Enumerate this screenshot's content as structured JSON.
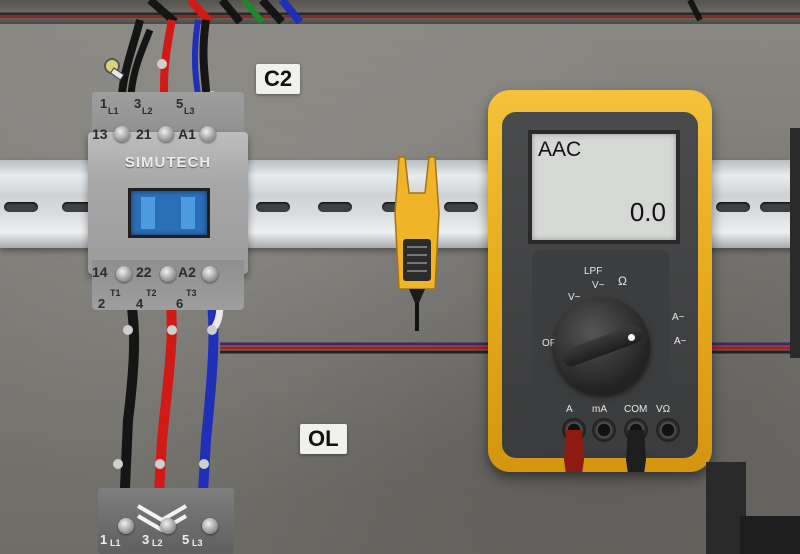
{
  "scene": {
    "contactor": {
      "tag": "C2",
      "brand": "SIMUTECH",
      "top_terminals": [
        "13",
        "21",
        "A1"
      ],
      "top_phase_labels": [
        {
          "num": "1",
          "sub": "L1"
        },
        {
          "num": "3",
          "sub": "L2"
        },
        {
          "num": "5",
          "sub": "L3"
        }
      ],
      "bottom_terminals": [
        "14",
        "22",
        "A2"
      ],
      "bottom_phase_labels": [
        {
          "num": "2",
          "sub": "T1"
        },
        {
          "num": "4",
          "sub": "T2"
        },
        {
          "num": "6",
          "sub": "T3"
        }
      ]
    },
    "overload": {
      "tag": "OL",
      "phase_labels": [
        {
          "num": "1",
          "sub": "L1"
        },
        {
          "num": "3",
          "sub": "L2"
        },
        {
          "num": "5",
          "sub": "L3"
        }
      ]
    },
    "multimeter": {
      "mode": "AAC",
      "reading": "0.0",
      "dial_labels": [
        "LPF",
        "V~",
        "Ω",
        "V~",
        "OFF",
        "A~",
        "A~"
      ],
      "jacks": [
        "A",
        "mA",
        "COM",
        "VΩ"
      ]
    },
    "colors": {
      "wire_black": "#151515",
      "wire_red": "#d11a16",
      "wire_blue": "#1f2fb6",
      "wire_white": "#e9e9e9",
      "meter_yellow": "#f0b428",
      "probe_red": "#8e1a12"
    }
  }
}
